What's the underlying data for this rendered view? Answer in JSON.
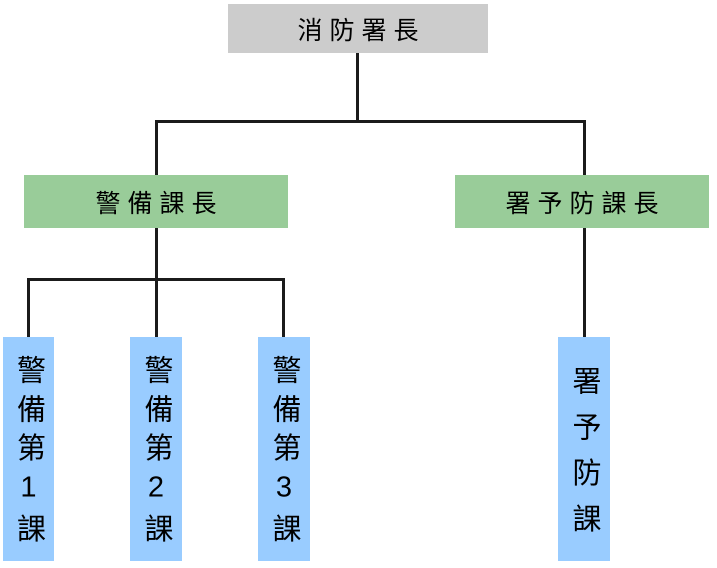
{
  "org": {
    "root": {
      "label": "消防署長"
    },
    "divisions": [
      {
        "label": "警備課長"
      },
      {
        "label": "署予防課長"
      }
    ],
    "sections": [
      {
        "label": "警備第1課"
      },
      {
        "label": "警備第2課"
      },
      {
        "label": "警備第3課"
      },
      {
        "label": "署予防課"
      }
    ]
  },
  "colors": {
    "root_bg": "#cccccc",
    "division_bg": "#99cc99",
    "section_bg": "#99ccff",
    "connector": "#1b1b1b",
    "text": "#000000"
  }
}
